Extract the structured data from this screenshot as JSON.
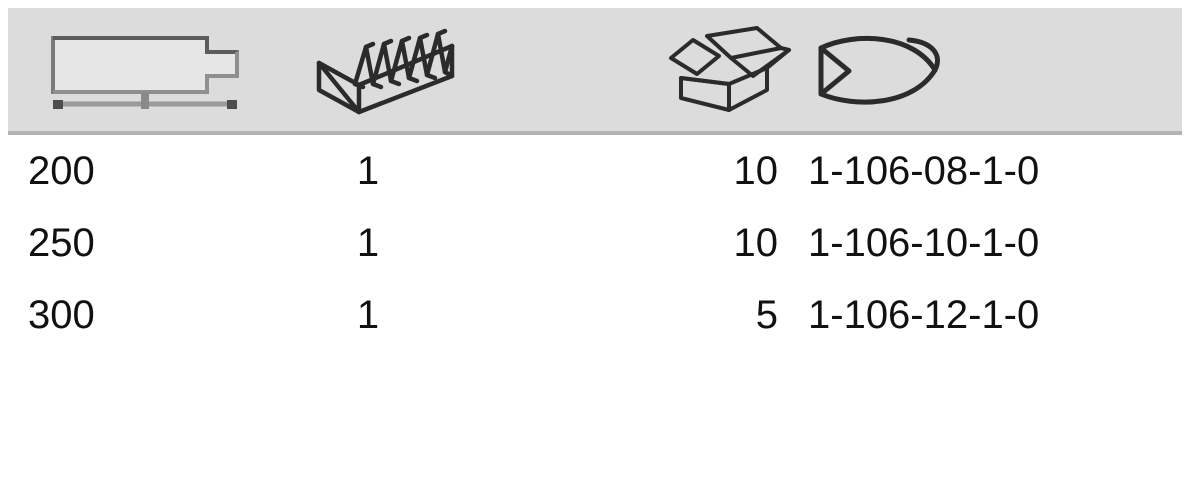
{
  "table": {
    "columns": [
      {
        "key": "length",
        "icon": "tool-length-dimension-icon",
        "icon_label": "blade length dimension",
        "align": "left"
      },
      {
        "key": "teeth",
        "icon": "serrated-blade-icon",
        "icon_label": "serrated saw tooth blade",
        "align": "center"
      },
      {
        "key": "pack",
        "icon": "open-box-icon",
        "icon_label": "packaging unit open box",
        "align": "right"
      },
      {
        "key": "article",
        "icon": "fish-icon",
        "icon_label": "article number fish symbol",
        "align": "left"
      }
    ],
    "rows": [
      {
        "length": "200",
        "teeth": "1",
        "pack": "10",
        "article": "1-106-08-1-0"
      },
      {
        "length": "250",
        "teeth": "1",
        "pack": "10",
        "article": "1-106-10-1-0"
      },
      {
        "length": "300",
        "teeth": "1",
        "pack": "5",
        "article": "1-106-12-1-0"
      }
    ]
  },
  "colors": {
    "header_background": "#dcdcdc",
    "header_border": "#b3b3b3",
    "page_background": "#ffffff",
    "text": "#111111",
    "icon_stroke": "#2b2b2b",
    "dimension_line": "#8c8c8c"
  }
}
